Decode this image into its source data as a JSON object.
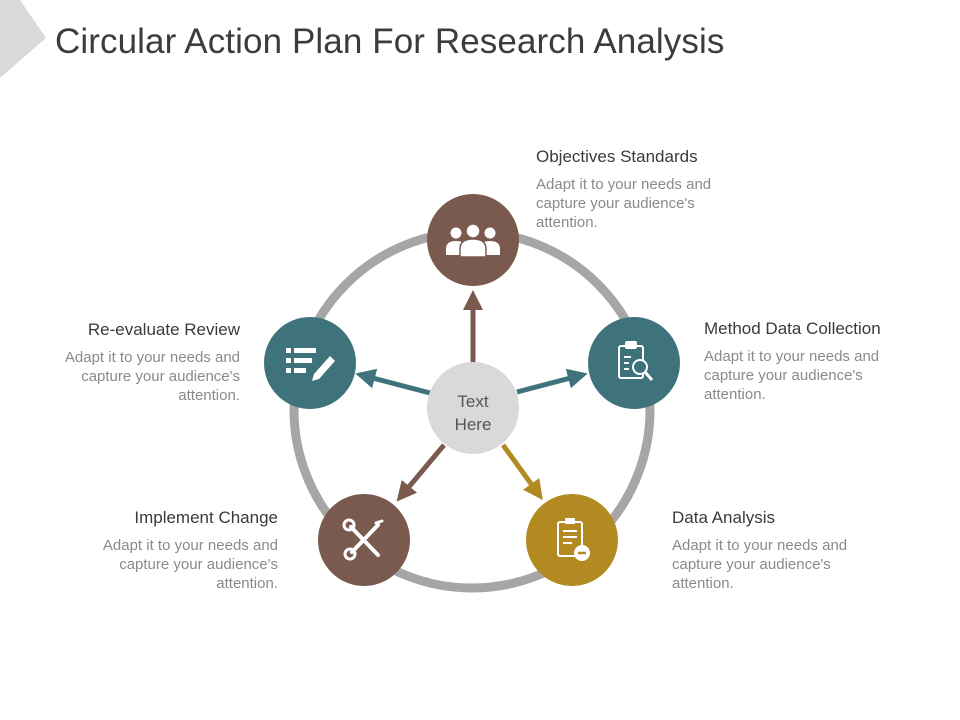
{
  "title": "Circular Action Plan For Research Analysis",
  "center": {
    "line1": "Text",
    "line2": "Here"
  },
  "colors": {
    "ring": "#a6a6a6",
    "brown": "#7a5a4e",
    "teal": "#3e737b",
    "gold": "#b38a22",
    "center_fill": "#d9d9d9",
    "corner_tab": "#d9d9d9"
  },
  "steps": [
    {
      "heading": "Objectives Standards",
      "description": "Adapt it to your needs and capture your audience's attention.",
      "icon": "users-group-icon",
      "color": "brown"
    },
    {
      "heading": "Method Data Collection",
      "description": "Adapt it to your needs and capture your audience's attention.",
      "icon": "clipboard-search-icon",
      "color": "teal"
    },
    {
      "heading": "Data Analysis",
      "description": "Adapt it to your needs and capture your audience's attention.",
      "icon": "clipboard-minus-icon",
      "color": "gold"
    },
    {
      "heading": "Implement Change",
      "description": "Adapt it to your needs and capture your audience's attention.",
      "icon": "wrench-screwdriver-icon",
      "color": "brown"
    },
    {
      "heading": "Re-evaluate Review",
      "description": "Adapt it to your needs and capture your audience's attention.",
      "icon": "list-edit-icon",
      "color": "teal"
    }
  ]
}
